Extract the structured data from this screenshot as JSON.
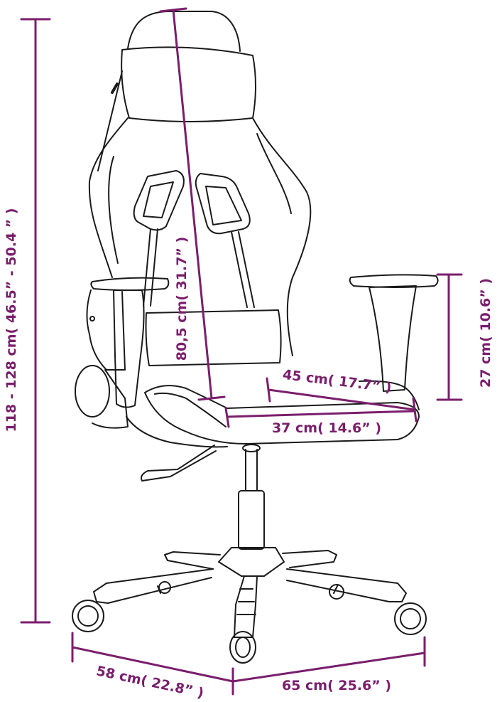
{
  "colors": {
    "dimension": "#7a1e6c",
    "outline": "#1a1a1a",
    "background": "#ffffff"
  },
  "dimensions": {
    "total_height": "118 - 128 cm( 46.5”  - 50.4  ” )",
    "backrest_height": "80,5 cm( 31.7” )",
    "armrest_height": "27 cm( 10.6”   )",
    "seat_depth": "45 cm( 17.7”  )",
    "seat_width": "37 cm( 14.6”  )",
    "base_depth": "58 cm( 22.8”  )",
    "base_width": "65 cm( 25.6”  )"
  }
}
